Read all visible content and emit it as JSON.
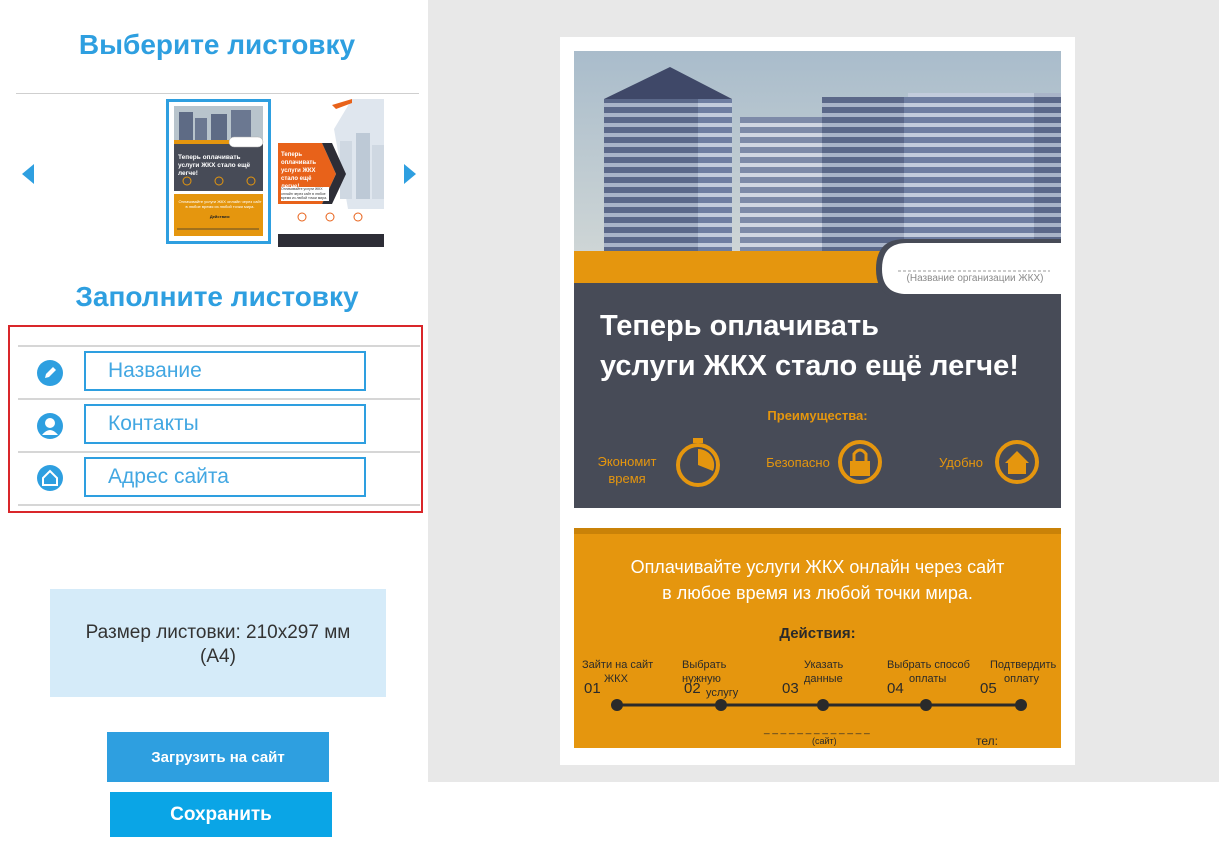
{
  "left": {
    "choose_title": "Выберите листовку",
    "fill_title": "Заполните листовку",
    "thumb1": {
      "title": "Теперь оплачивать услуги ЖКХ стало ещё легче!",
      "bottom_text": "Оплачивайте услуги ЖКХ онлайн через сайт в любое время из любой точки мира.",
      "actions": "Действия:"
    },
    "thumb2": {
      "title": "Теперь оплачивать услуги ЖКХ стало ещё легче!",
      "small_text": "Оплачивайте услуги ЖКХ онлайн через сайт в любое время из любой точки мира."
    },
    "fields": [
      {
        "placeholder": "Название",
        "icon": "pencil-icon"
      },
      {
        "placeholder": "Контакты",
        "icon": "user-icon"
      },
      {
        "placeholder": "Адрес сайта",
        "icon": "home-icon"
      }
    ],
    "size_line1": "Размер листовки: 210x297 мм",
    "size_line2": "(A4)",
    "upload_button": "Загрузить на сайт",
    "save_button": "Сохранить"
  },
  "flyer": {
    "org_placeholder": "(Название организации ЖКХ)",
    "title_line1": "Теперь  оплачивать",
    "title_line2": "услуги ЖКХ стало ещё легче!",
    "advantages_title": "Преимущества:",
    "advantages": [
      {
        "label_line1": "Экономит",
        "label_line2": "время",
        "icon": "stopwatch-icon"
      },
      {
        "label_line1": "Безопасно",
        "label_line2": "",
        "icon": "lock-icon"
      },
      {
        "label_line1": "Удобно",
        "label_line2": "",
        "icon": "house-icon"
      }
    ],
    "online_line1": "Оплачивайте услуги ЖКХ онлайн через сайт",
    "online_line2": "в любое время из любой точки мира.",
    "actions_title": "Действия:",
    "steps": [
      {
        "num": "01",
        "line1": "Зайти на сайт",
        "line2": "ЖКХ"
      },
      {
        "num": "02",
        "line1": "Выбрать нужную",
        "line2": "услугу"
      },
      {
        "num": "03",
        "line1": "Указать",
        "line2": "данные"
      },
      {
        "num": "04",
        "line1": "Выбрать способ",
        "line2": "оплаты"
      },
      {
        "num": "05",
        "line1": "Подтвердить",
        "line2": "оплату"
      }
    ],
    "site_dashes": "_ _ _ _ _ _ _ _ _ _ _ _ _",
    "site_label": "(сайт)",
    "phone_label": "тел:"
  },
  "colors": {
    "accent_blue": "#2e9fe0",
    "flyer_dark": "#474b57",
    "flyer_orange": "#e5960e",
    "highlight_red": "#d9262a",
    "size_box_bg": "#d5ebf9"
  }
}
